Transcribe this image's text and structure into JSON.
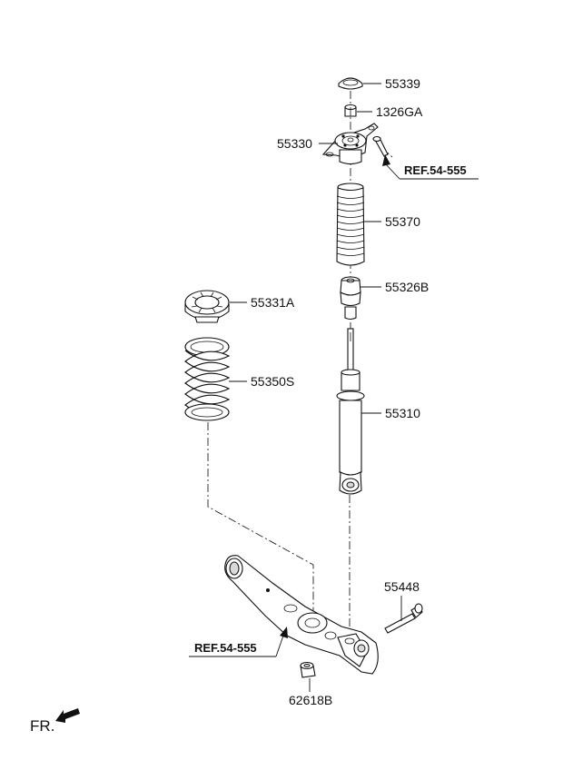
{
  "labels": {
    "p55339": "55339",
    "p1326GA": "1326GA",
    "p55330": "55330",
    "ref_top": "REF.54-555",
    "p55370": "55370",
    "p55326B": "55326B",
    "p55331A": "55331A",
    "p55350S": "55350S",
    "p55310": "55310",
    "p55448": "55448",
    "ref_bottom": "REF.54-555",
    "p62618B": "62618B",
    "front": "FR."
  },
  "icons": {
    "front_arrow": "front-direction-arrow-icon"
  }
}
